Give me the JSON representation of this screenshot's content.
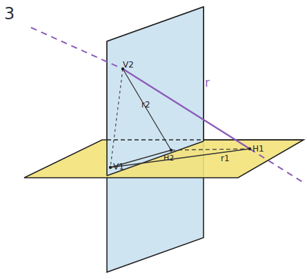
{
  "diagram": {
    "labels": [
      "3",
      "V2",
      "V1",
      "H2",
      "H1",
      "r2",
      "r1",
      "r"
    ]
  }
}
